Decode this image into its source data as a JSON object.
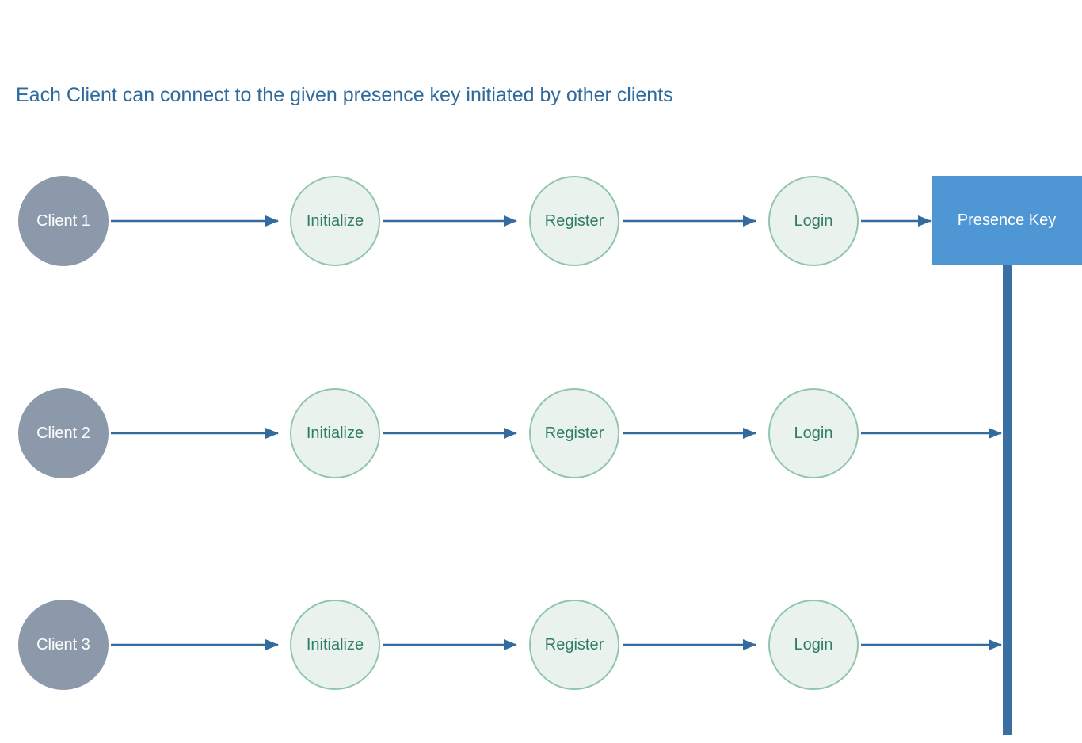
{
  "title": "Each Client can connect to the given presence key initiated by other clients",
  "presence_key": {
    "label": "Presence Key"
  },
  "rows": [
    {
      "client": "Client 1",
      "steps": [
        "Initialize",
        "Register",
        "Login"
      ]
    },
    {
      "client": "Client 2",
      "steps": [
        "Initialize",
        "Register",
        "Login"
      ]
    },
    {
      "client": "Client 3",
      "steps": [
        "Initialize",
        "Register",
        "Login"
      ]
    }
  ],
  "colors": {
    "title_text": "#2F6A9D",
    "client_fill": "#8C99AB",
    "client_text": "#FFFFFF",
    "step_fill": "#EAF2EE",
    "step_border": "#90C6AA",
    "step_text": "#2E7D64",
    "arrow": "#336B9E",
    "presence_fill": "#4F96D4",
    "presence_text": "#FFFFFF",
    "timeline_bar": "#3A6FA3"
  }
}
